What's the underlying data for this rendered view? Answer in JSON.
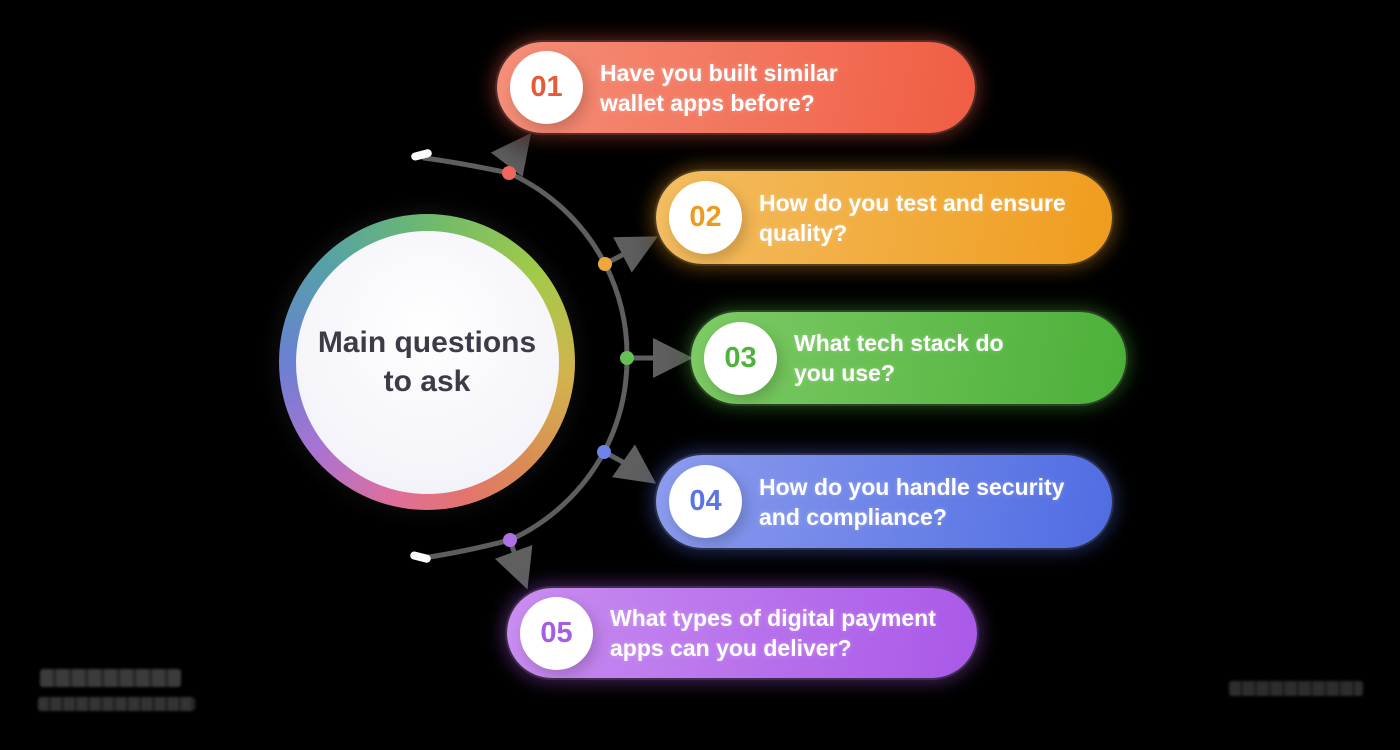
{
  "hub": {
    "title_line1": "Main questions",
    "title_line2": "to ask",
    "ring_style": "background: conic-gradient(from 0deg, #6db96e 0deg, #a2ca48 50deg, #d2b44e 95deg, #d98d52 135deg, #e3756c 163deg, #de6f9d 195deg, #a873d2 232deg, #6b80d2 270deg, #55a2a6 315deg, #6db96e 360deg);",
    "text_color": "#3c3c49"
  },
  "connector_color": "#5f5f5f",
  "items": [
    {
      "number": "01",
      "lines": [
        "Have you built similar",
        "wallet apps before?"
      ],
      "color_start": "#f58f79",
      "color_end": "#f05d43",
      "number_color": "#e65a3a",
      "dot_color": "#ee6a5c",
      "style_vars": "--c1:#f58f79;--c2:#f05d43;--glow:rgba(240,93,67,0.40);--num:#e65a3a"
    },
    {
      "number": "02",
      "lines": [
        "How do you test and ensure",
        "quality?"
      ],
      "color_start": "#f3bd62",
      "color_end": "#f09c1d",
      "number_color": "#ec9b20",
      "dot_color": "#f0a63e",
      "style_vars": "--c1:#f3bd62;--c2:#f09c1d;--glow:rgba(240,156,29,0.40);--num:#ec9b20"
    },
    {
      "number": "03",
      "lines": [
        "What tech stack do",
        "you use?"
      ],
      "color_start": "#7ecb65",
      "color_end": "#4bb039",
      "number_color": "#4fb23c",
      "dot_color": "#66c055",
      "style_vars": "--c1:#7ecb65;--c2:#4bb039;--glow:rgba(75,176,57,0.40);--num:#4fb23c"
    },
    {
      "number": "04",
      "lines": [
        "How do you handle security",
        "and compliance?"
      ],
      "color_start": "#8c9cee",
      "color_end": "#4f6ce2",
      "number_color": "#5a76e4",
      "dot_color": "#6e84ea",
      "style_vars": "--c1:#8c9cee;--c2:#4f6ce2;--glow:rgba(79,108,226,0.40);--num:#5a76e4"
    },
    {
      "number": "05",
      "lines": [
        "What types of digital payment",
        "apps can you deliver?"
      ],
      "color_start": "#c98ef0",
      "color_end": "#a958e8",
      "number_color": "#a55ee2",
      "dot_color": "#b072e6",
      "style_vars": "--c1:#c98ef0;--c2:#a958e8;--glow:rgba(169,88,232,0.40);--num:#a55ee2"
    }
  ]
}
